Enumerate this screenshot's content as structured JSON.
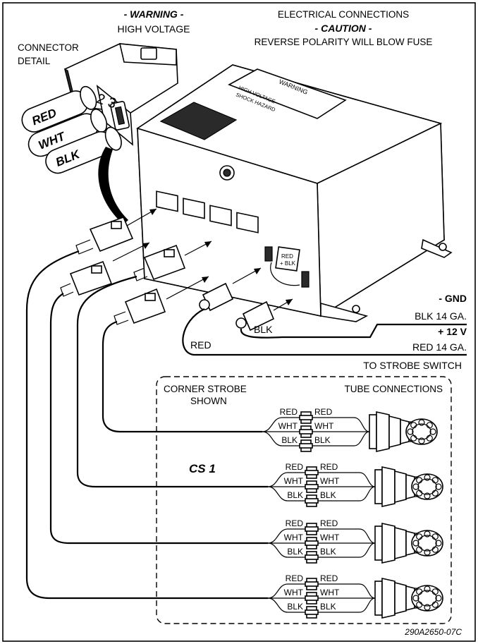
{
  "header": {
    "warning_title": "- WARNING -",
    "warning_sub": "HIGH VOLTAGE",
    "electrical_title": "ELECTRICAL CONNECTIONS",
    "caution_title": "- CAUTION -",
    "caution_sub": "REVERSE POLARITY WILL BLOW FUSE"
  },
  "connector_detail": {
    "label_line1": "CONNECTOR",
    "label_line2": "DETAIL",
    "pin_numbers": "1 2 3",
    "wires": [
      "RED",
      "WHT",
      "BLK"
    ]
  },
  "power_box": {
    "warning_plate_title": "WARNING",
    "warning_plate_line1": "HIGH VOLTAGE",
    "warning_plate_line2": "SHOCK HAZARD",
    "polarity_label_line1": "RED",
    "polarity_label_line2": "+ BLK"
  },
  "power_leads": {
    "gnd_label": "- GND",
    "gnd_wire": "BLK 14 GA.",
    "pos_label": "+ 12 V",
    "pos_wire": "RED 14 GA.",
    "red_lead": "RED",
    "blk_lead": "BLK",
    "switch_label": "TO STROBE SWITCH"
  },
  "strobe_panel": {
    "left_line1": "CORNER STROBE",
    "left_line2": "SHOWN",
    "right_title": "TUBE CONNECTIONS",
    "model_name": "CS 1",
    "rows": [
      {
        "left": [
          "RED",
          "WHT",
          "BLK"
        ],
        "right": [
          "RED",
          "WHT",
          "BLK"
        ]
      },
      {
        "left": [
          "RED",
          "WHT",
          "BLK"
        ],
        "right": [
          "RED",
          "WHT",
          "BLK"
        ]
      },
      {
        "left": [
          "RED",
          "WHT",
          "BLK"
        ],
        "right": [
          "RED",
          "WHT",
          "BLK"
        ]
      },
      {
        "left": [
          "RED",
          "WHT",
          "BLK"
        ],
        "right": [
          "RED",
          "WHT",
          "BLK"
        ]
      }
    ]
  },
  "part_number": "290A2650-07C"
}
